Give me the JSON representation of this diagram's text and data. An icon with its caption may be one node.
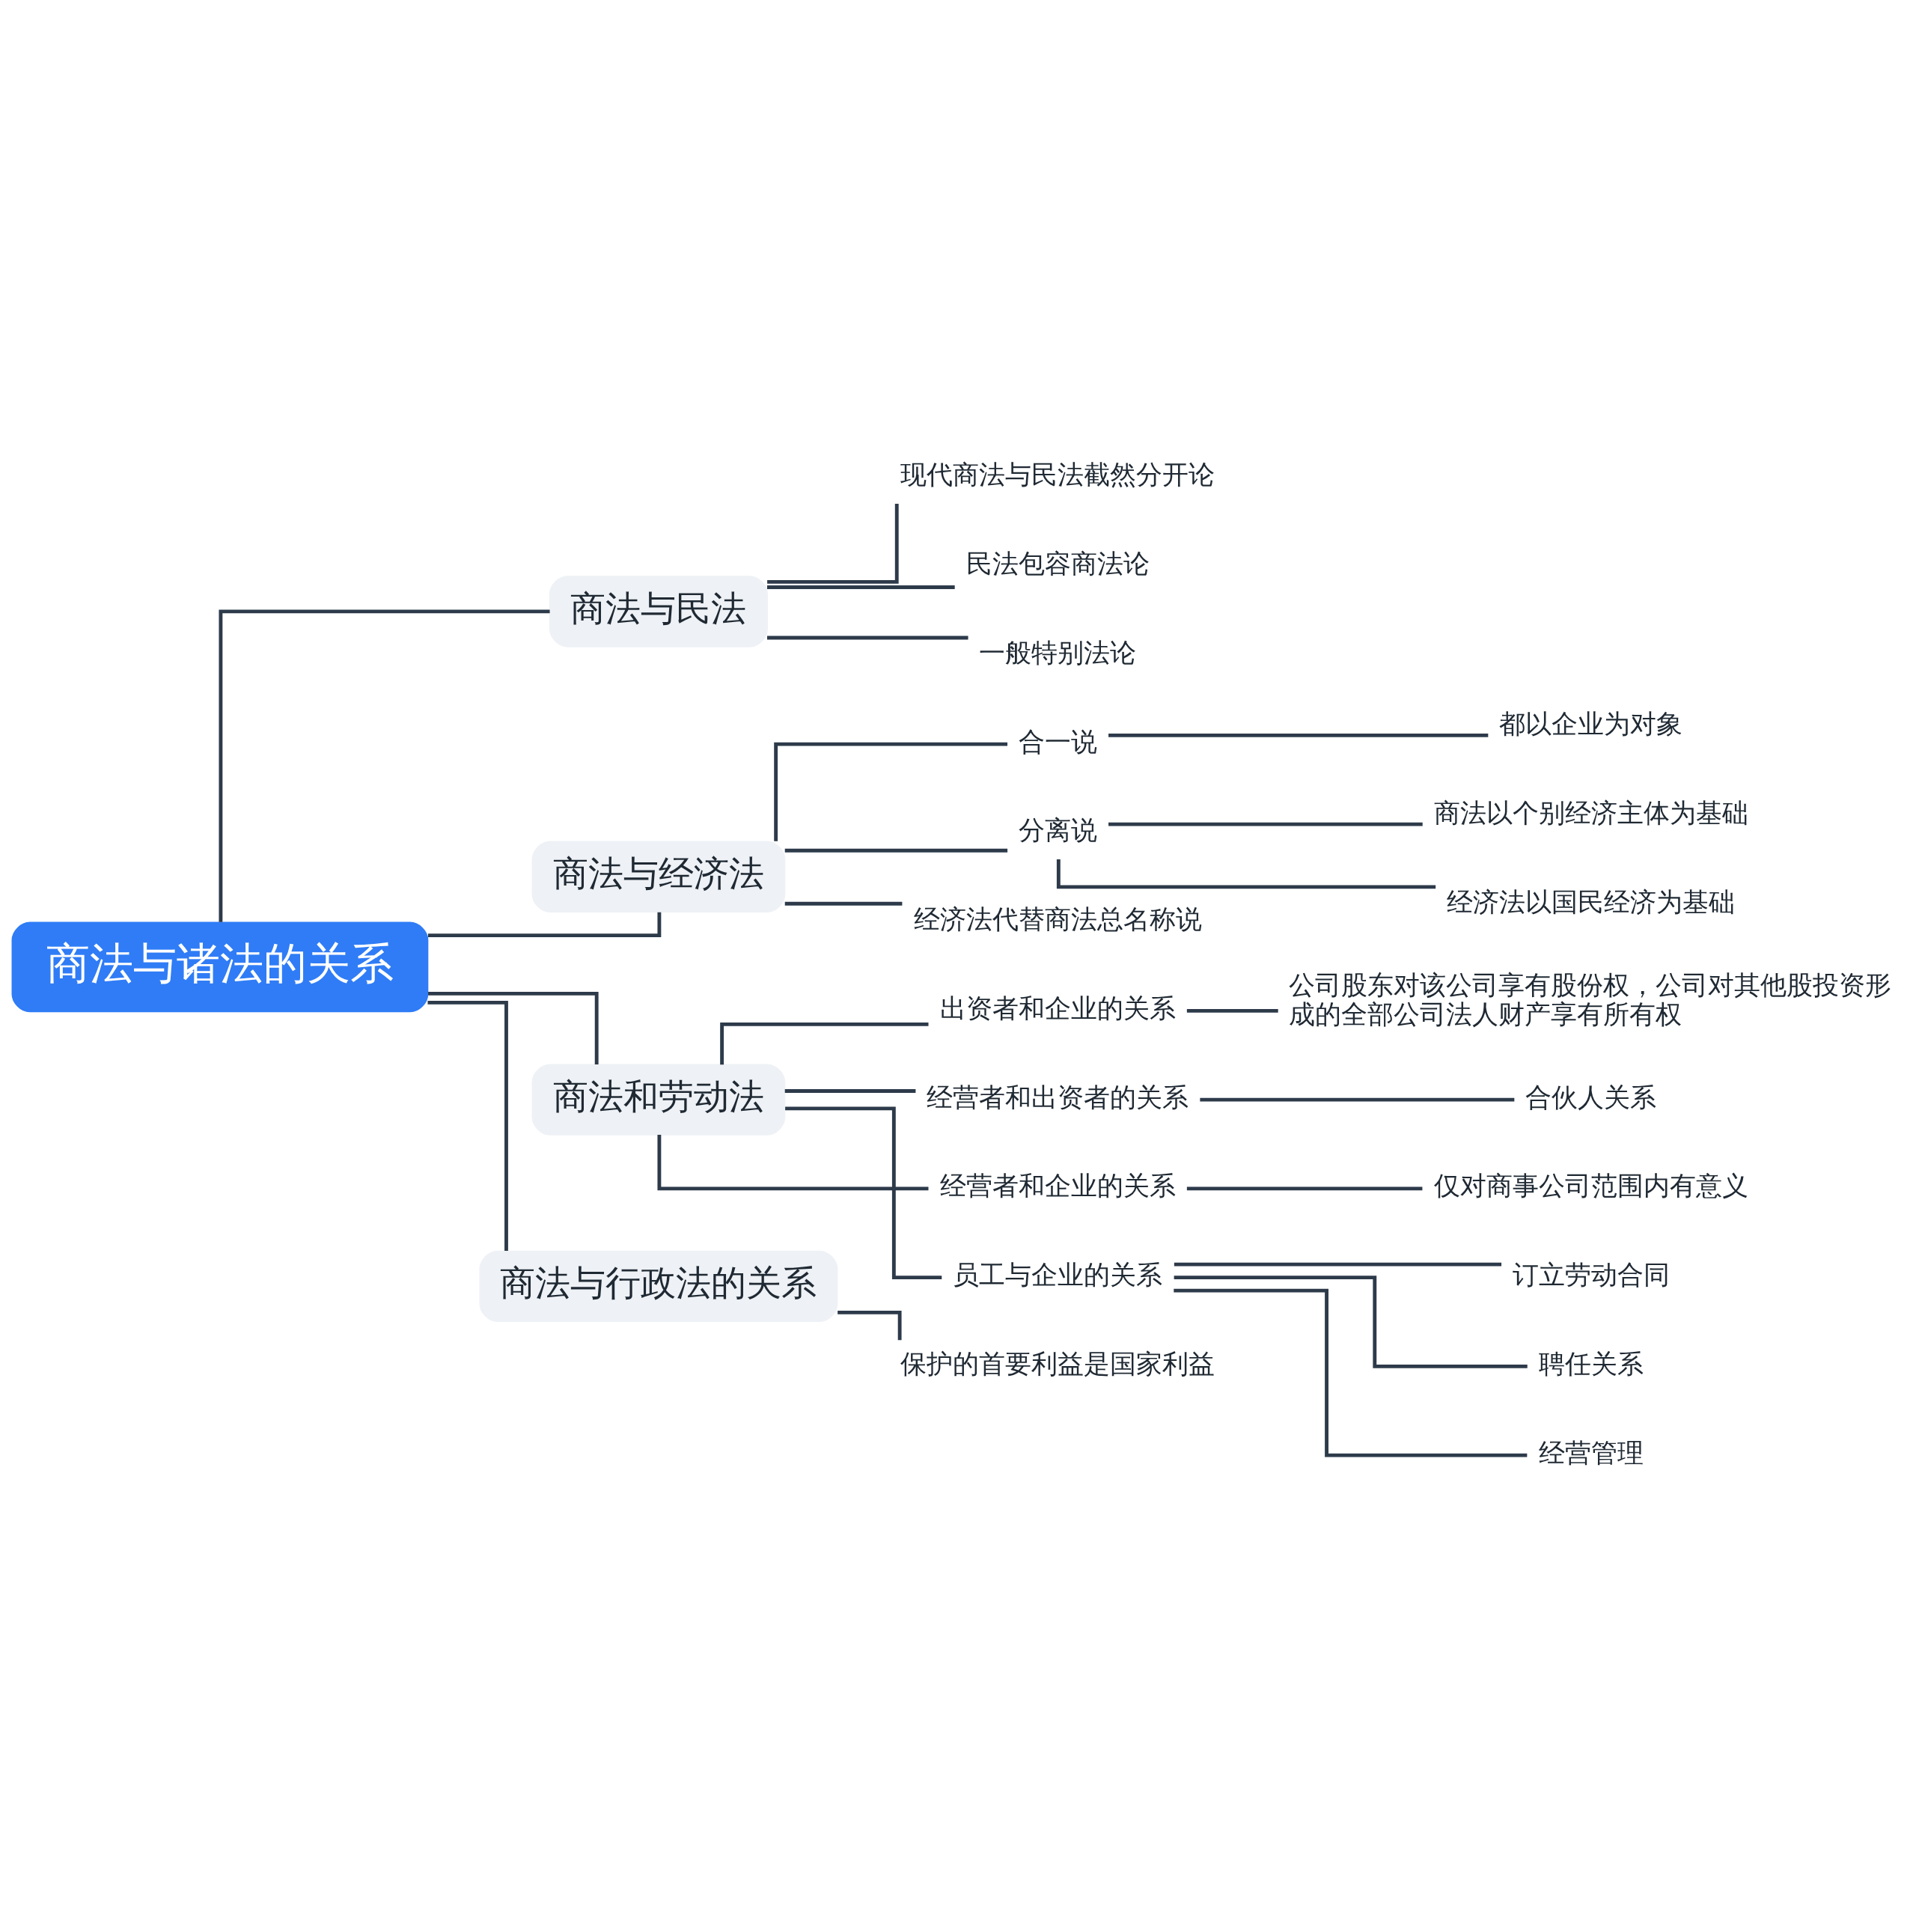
{
  "diagram": {
    "nodes": [
      {
        "text": [
          "商法与诸法的关系"
        ]
      },
      {
        "text": [
          "商法与民法"
        ]
      },
      {
        "text": [
          "现代商法与民法截然分开论"
        ]
      },
      {
        "text": [
          "民法包容商法论"
        ]
      },
      {
        "text": [
          "一般特别法论"
        ]
      },
      {
        "text": [
          "商法与经济法"
        ]
      },
      {
        "text": [
          "合一说"
        ]
      },
      {
        "text": [
          "都以企业为对象"
        ]
      },
      {
        "text": [
          "分离说"
        ]
      },
      {
        "text": [
          "商法以个别经济主体为基础"
        ]
      },
      {
        "text": [
          "经济法以国民经济为基础"
        ]
      },
      {
        "text": [
          "经济法代替商法总名称说"
        ]
      },
      {
        "text": [
          "商法和劳动法"
        ]
      },
      {
        "text": [
          "出资者和企业的关系"
        ]
      },
      {
        "text": [
          "公司股东对该公司享有股份权，公司对其他股投资形成的全部公司法人财产享有所有权"
        ]
      },
      {
        "text": [
          "经营者和出资者的关系"
        ]
      },
      {
        "text": [
          "合伙人关系"
        ]
      },
      {
        "text": [
          "经营者和企业的关系"
        ]
      },
      {
        "text": [
          "仅对商事公司范围内有意义"
        ]
      },
      {
        "text": [
          "员工与企业的关系"
        ]
      },
      {
        "text": [
          "订立劳动合同"
        ]
      },
      {
        "text": [
          "聘任关系"
        ]
      },
      {
        "text": [
          "经营管理"
        ]
      },
      {
        "text": [
          "商法与行政法的关系"
        ]
      },
      {
        "text": [
          "保护的首要利益是国家利益"
        ]
      }
    ],
    "edges": [
      {
        "from": 0,
        "to": 1,
        "arrow": "none"
      },
      {
        "from": 1,
        "to": 2,
        "arrow": "none"
      },
      {
        "from": 1,
        "to": 3,
        "arrow": "none"
      },
      {
        "from": 1,
        "to": 4,
        "arrow": "none"
      },
      {
        "from": 0,
        "to": 5,
        "arrow": "none"
      },
      {
        "from": 5,
        "to": 6,
        "arrow": "none"
      },
      {
        "from": 6,
        "to": 7,
        "arrow": "none"
      },
      {
        "from": 5,
        "to": 8,
        "arrow": "none"
      },
      {
        "from": 8,
        "to": 9,
        "arrow": "none"
      },
      {
        "from": 8,
        "to": 10,
        "arrow": "none"
      },
      {
        "from": 5,
        "to": 11,
        "arrow": "none"
      },
      {
        "from": 0,
        "to": 12,
        "arrow": "none"
      },
      {
        "from": 12,
        "to": 13,
        "arrow": "none"
      },
      {
        "from": 13,
        "to": 14,
        "arrow": "none"
      },
      {
        "from": 12,
        "to": 15,
        "arrow": "none"
      },
      {
        "from": 15,
        "to": 16,
        "arrow": "none"
      },
      {
        "from": 12,
        "to": 17,
        "arrow": "none"
      },
      {
        "from": 17,
        "to": 18,
        "arrow": "none"
      },
      {
        "from": 12,
        "to": 19,
        "arrow": "none"
      },
      {
        "from": 19,
        "to": 20,
        "arrow": "none"
      },
      {
        "from": 19,
        "to": 21,
        "arrow": "none"
      },
      {
        "from": 19,
        "to": 22,
        "arrow": "none"
      },
      {
        "from": 0,
        "to": 23,
        "arrow": "none"
      },
      {
        "from": 23,
        "to": 24,
        "arrow": "none"
      }
    ]
  }
}
